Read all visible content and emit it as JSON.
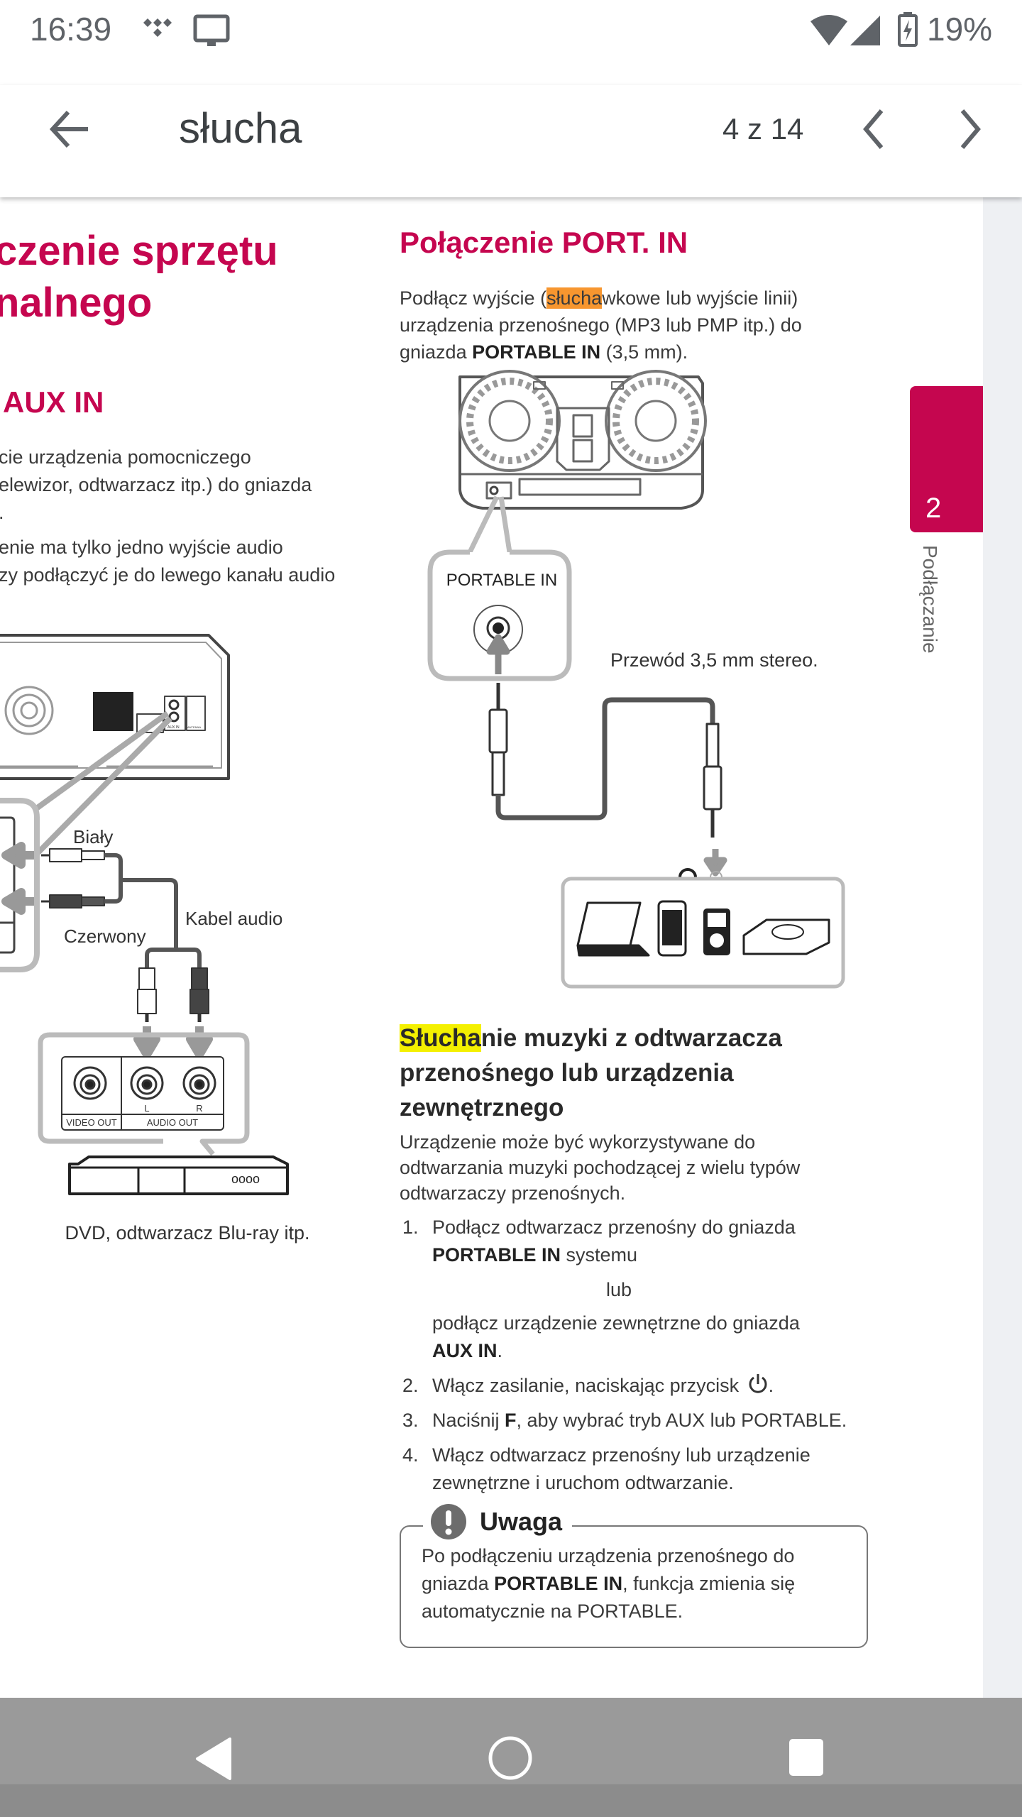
{
  "status_bar": {
    "time": "16:39",
    "battery": "19%",
    "icons": [
      "tidal-icon",
      "cast-icon",
      "wifi-icon",
      "signal-icon",
      "battery-charging-icon"
    ]
  },
  "toolbar": {
    "back_icon": "arrow-left-icon",
    "search_query": "słucha",
    "match_counter": "4 z 14",
    "prev_icon": "chevron-left-icon",
    "next_icon": "chevron-right-icon"
  },
  "colors": {
    "accent": "#c5064f",
    "highlight_current": "#f7962f",
    "highlight_match": "#f4f000"
  },
  "left_column": {
    "heading_line1": "czenie sprzętu",
    "heading_line2": "nalnego",
    "subheading": "AUX IN",
    "lines": [
      "cie urządzenia pomocniczego",
      "elewizor, odtwarzacz itp.) do gniazda",
      ".",
      "enie ma tylko jedno wyjście audio",
      "zy podłączyć je do lewego kanału audio"
    ],
    "diagram": {
      "white_label": "Biały",
      "red_label": "Czerwony",
      "cable_label": "Kabel audio",
      "video_out": "VIDEO OUT",
      "audio_out": "AUDIO OUT",
      "left": "L",
      "right": "R",
      "aux_in": "AUX IN",
      "antenna": "ANTENNA",
      "dvd_buttons": "oooo",
      "caption": "DVD, odtwarzacz Blu-ray itp."
    }
  },
  "right_column": {
    "heading": "Połączenie  PORT. IN",
    "para": {
      "l1_pre": "Podłącz wyjście (",
      "l1_match": "słucha",
      "l1_post": "wkowe lub wyjście linii)",
      "l2": "urządzenia przenośnego (MP3 lub PMP itp.) do",
      "l3_pre": "gniazda ",
      "l3_bold": "PORTABLE IN",
      "l3_post": " (3,5 mm)."
    },
    "diagram": {
      "port_label": "PORTABLE IN",
      "cable_label": "Przewód 3,5 mm stereo."
    },
    "section": {
      "title_match": "Słucha",
      "title_l1_rest": "nie muzyki z odtwarzacza",
      "title_l2": "przenośnego lub urządzenia",
      "title_l3": "zewnętrznego",
      "intro": [
        "Urządzenie może być wykorzystywane do",
        "odtwarzania muzyki pochodzącej z wielu typów",
        "odtwarzaczy przenośnych."
      ],
      "steps": [
        {
          "num": "1.",
          "l1": "Podłącz odtwarzacz przenośny do gniazda",
          "l2_bold": "PORTABLE IN",
          "l2_rest": " systemu",
          "or": "lub",
          "l3": "podłącz urządzenie zewnętrzne do gniazda",
          "l4_bold": "AUX IN",
          "l4_rest": "."
        },
        {
          "num": "2.",
          "text": "Włącz zasilanie, naciskając przycisk",
          "icon": "power-icon",
          "end": "."
        },
        {
          "num": "3.",
          "pre": "Naciśnij ",
          "bold": "F",
          "post": ", aby wybrać tryb AUX lub PORTABLE."
        },
        {
          "num": "4.",
          "l1": "Włącz odtwarzacz przenośny lub urządzenie",
          "l2": "zewnętrzne i uruchom odtwarzanie."
        }
      ]
    },
    "note": {
      "title": "Uwaga",
      "icon": "exclamation-icon",
      "l1": "Po podłączeniu urządzenia przenośnego do",
      "l2_pre": "gniazda ",
      "l2_bold": "PORTABLE IN",
      "l2_post": ", funkcja zmienia się",
      "l3": "automatycznie na PORTABLE."
    }
  },
  "side_tab": {
    "number": "2",
    "label": "Podłączanie"
  },
  "nav_bar": {
    "back": "nav-back-icon",
    "home": "nav-home-icon",
    "recents": "nav-recents-icon"
  }
}
